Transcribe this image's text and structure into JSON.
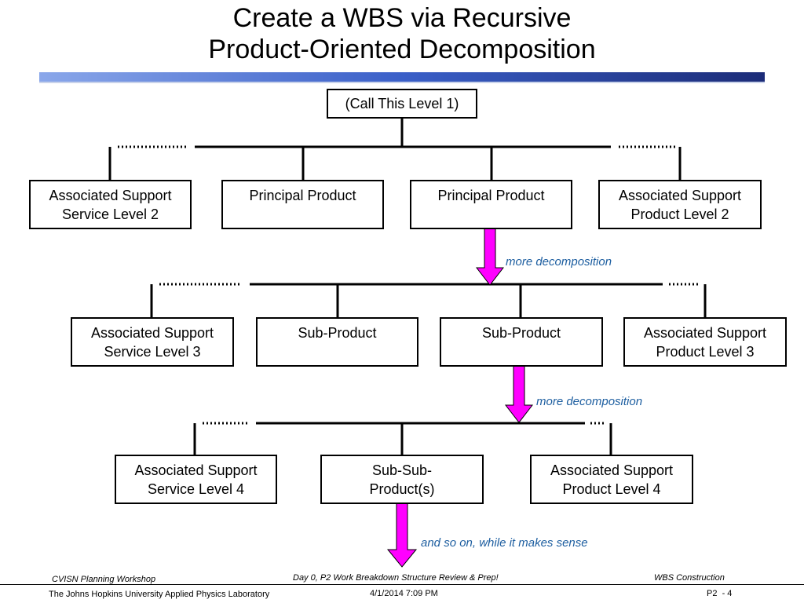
{
  "title": {
    "line1": "Create a WBS via Recursive",
    "line2": "Product-Oriented Decomposition"
  },
  "level1": {
    "label": "(Call This Level 1)"
  },
  "level2": [
    "Associated Support\nService Level 2",
    "Principal Product",
    "Principal Product",
    "Associated Support\nProduct Level 2"
  ],
  "level3": [
    "Associated Support\nService Level 3",
    "Sub-Product",
    "Sub-Product",
    "Associated Support\nProduct Level 3"
  ],
  "level4": [
    "Associated Support\nService Level 4",
    "Sub-Sub-\nProduct(s)",
    "Associated Support\nProduct Level 4"
  ],
  "notes": {
    "more1": "more decomposition",
    "more2": "more decomposition",
    "and_so_on": "and so on, while it makes sense"
  },
  "footer": {
    "left_top": "CVISN Planning Workshop",
    "center_top": "Day 0, P2 Work Breakdown Structure Review & Prep!",
    "right_top": "WBS Construction",
    "left_bottom": "The Johns Hopkins University Applied Physics Laboratory",
    "center_bottom": "4/1/2014 7:09 PM",
    "right_bottom": "P2  - 4"
  },
  "colors": {
    "arrow": "#ff00ff",
    "note_text": "#1d5ea0",
    "accent_bar": "#3a5fc8"
  }
}
